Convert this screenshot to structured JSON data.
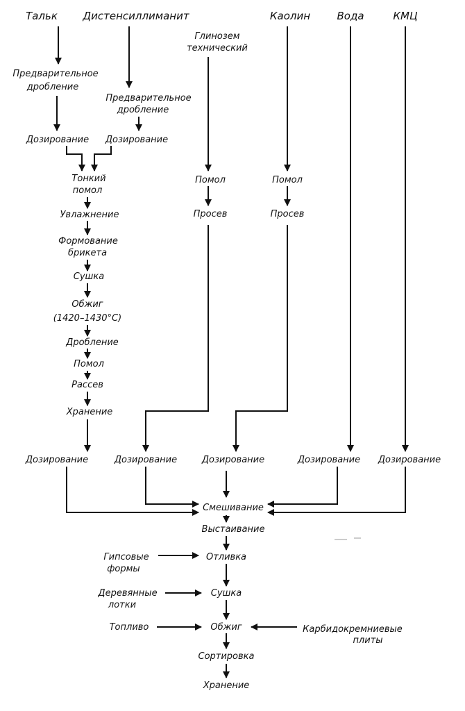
{
  "sources": {
    "talc": "Тальк",
    "disthene": "Дистенсиллиманит",
    "alumina_l1": "Глинозем",
    "alumina_l2": "технический",
    "kaolin": "Каолин",
    "water": "Вода",
    "cmc": "КМЦ"
  },
  "talc_chain": {
    "predrob_l1": "Предварительное",
    "predrob_l2": "дробление"
  },
  "disthene_chain": {
    "predrob_l1": "Предварительное",
    "predrob_l2": "дробление"
  },
  "dosing_upper_left": "Дозирование",
  "dosing_upper_right": "Дозирование",
  "main_chain": {
    "fine_grind_l1": "Тонкий",
    "fine_grind_l2": "помол",
    "moistening": "Увлажнение",
    "briquette_l1": "Формование",
    "briquette_l2": "брикета",
    "drying": "Сушка",
    "firing_l1": "Обжиг",
    "firing_l2": "(1420–1430°С)",
    "crushing": "Дробление",
    "grinding": "Помол",
    "sieving": "Рассев",
    "storage": "Хранение"
  },
  "alumina_chain": {
    "grinding": "Помол",
    "sifting": "Просев"
  },
  "kaolin_chain": {
    "grinding": "Помол",
    "sifting": "Просев"
  },
  "dosing_row": [
    "Дозирование",
    "Дозирование",
    "Дозирование",
    "Дозирование",
    "Дозирование"
  ],
  "final_chain": {
    "mixing": "Смешивание",
    "aging": "Выстаивание",
    "casting": "Отливка",
    "drying": "Сушка",
    "firing": "Обжиг",
    "sorting": "Сортировка",
    "storage": "Хранение"
  },
  "side_inputs": {
    "gypsum_l1": "Гипсовые",
    "gypsum_l2": "формы",
    "trays_l1": "Деревянные",
    "trays_l2": "лотки",
    "fuel": "Топливо",
    "plates_l1": "Карбидокремниевые",
    "plates_l2": "плиты"
  }
}
